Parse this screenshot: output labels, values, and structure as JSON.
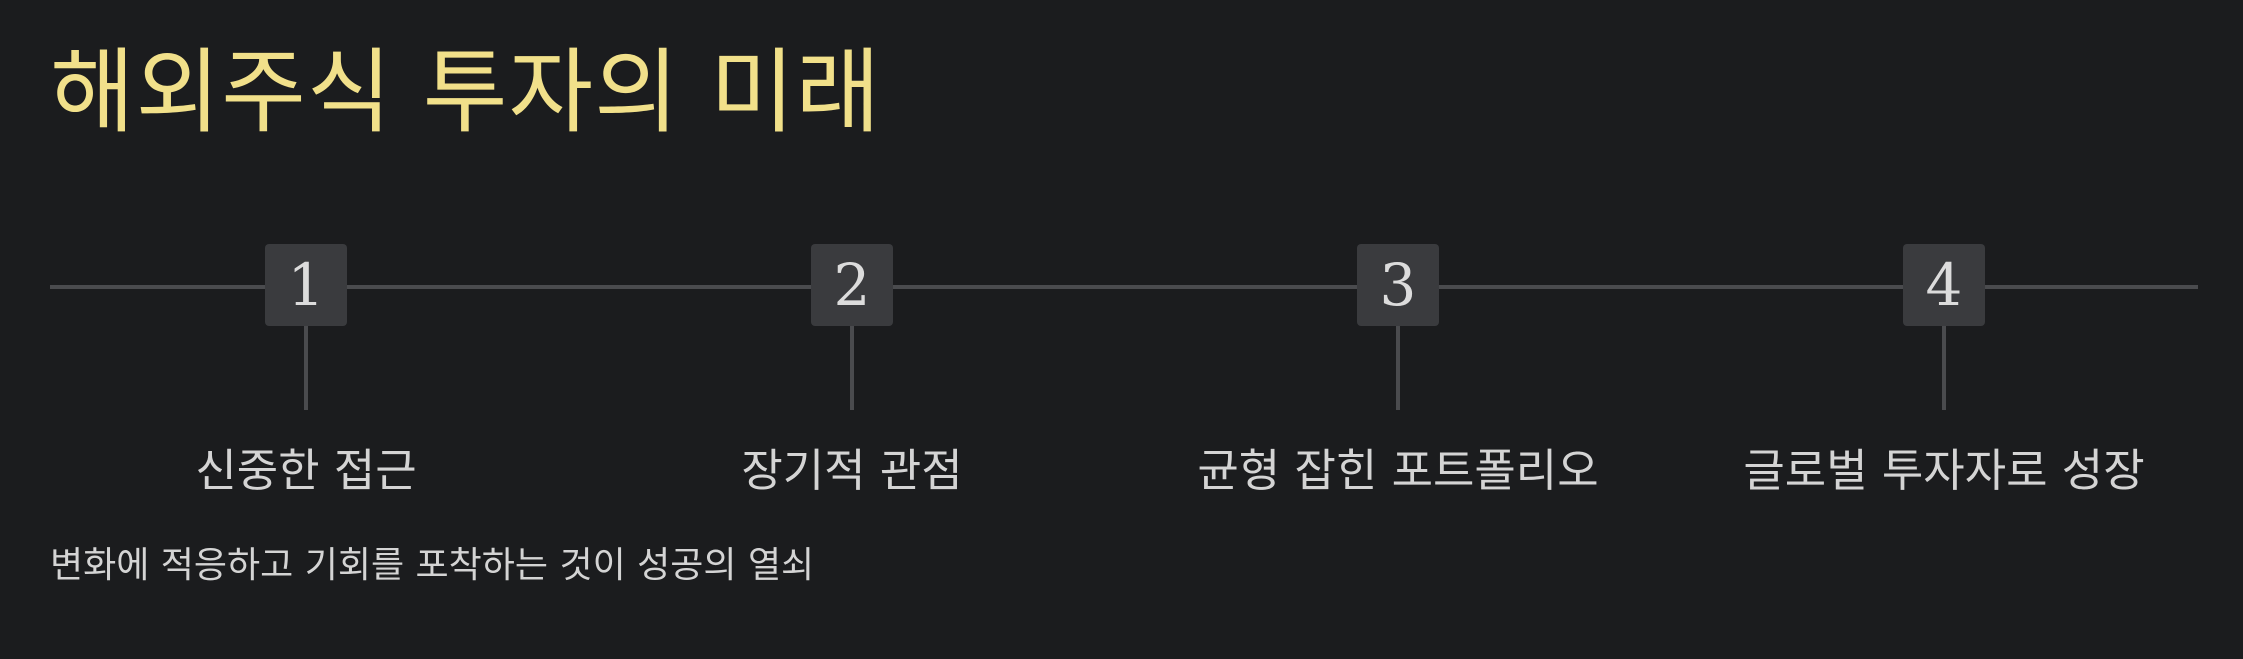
{
  "title": "해외주식 투자의 미래",
  "steps": [
    {
      "number": "1",
      "label": "신중한 접근"
    },
    {
      "number": "2",
      "label": "장기적 관점"
    },
    {
      "number": "3",
      "label": "균형 잡힌 포트폴리오"
    },
    {
      "number": "4",
      "label": "글로벌 투자자로 성장"
    }
  ],
  "subtitle": "변화에 적응하고 기회를 포착하는 것이 성공의 열쇠",
  "colors": {
    "background": "#1b1c1e",
    "title": "#f1e08a",
    "line": "#4a4b4e",
    "box": "#3a3b3e",
    "text": "#d4d4d4"
  }
}
